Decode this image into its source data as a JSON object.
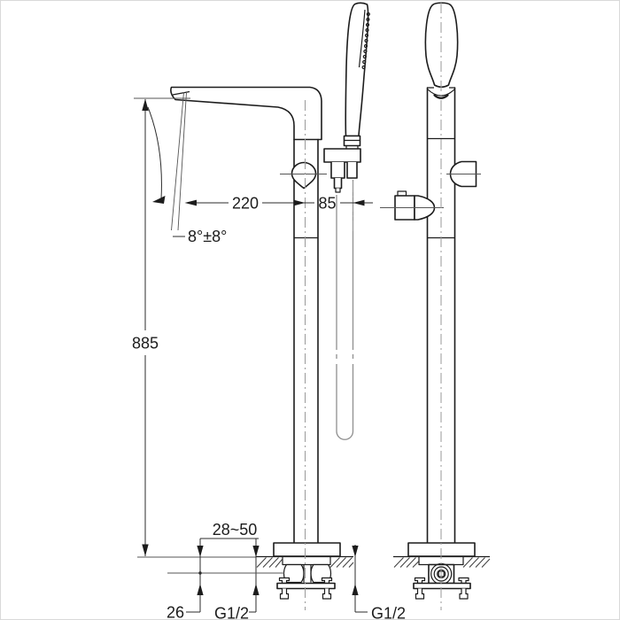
{
  "dimensions": {
    "spout_reach": "220",
    "handshower_offset": "85",
    "overall_height": "885",
    "spout_angle": "8°±8°",
    "floor_thickness_range": "28~50",
    "inlet_drop": "26",
    "inlet_thread_left": "G1/2",
    "inlet_thread_right": "G1/2"
  },
  "colors": {
    "line": "#1c1c1c",
    "dimension_line": "#2b2b2b",
    "centerline": "#9a9a9a",
    "hose": "#8f8f8f",
    "background": "#ffffff",
    "frame": "#d9d9d9"
  }
}
